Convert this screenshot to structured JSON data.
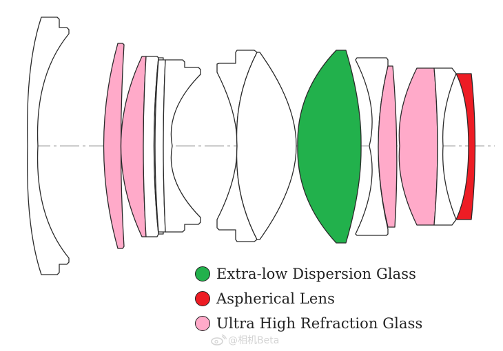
{
  "diagram": {
    "title": "Lens optical construction",
    "colors": {
      "extra_low_dispersion": "#22b14c",
      "aspherical": "#ed1c24",
      "ultra_high_refraction": "#ffaac9",
      "standard": "#ffffff",
      "outline": "#2a2a2a",
      "axis": "#9a9a9a"
    },
    "elements": [
      {
        "id": 1,
        "type": "standard"
      },
      {
        "id": 2,
        "type": "ultra_high_refraction"
      },
      {
        "id": 3,
        "type": "ultra_high_refraction"
      },
      {
        "id": 4,
        "type": "standard"
      },
      {
        "id": 5,
        "type": "standard"
      },
      {
        "id": 6,
        "type": "standard"
      },
      {
        "id": 7,
        "type": "standard"
      },
      {
        "id": 8,
        "type": "standard"
      },
      {
        "id": 9,
        "type": "extra_low_dispersion"
      },
      {
        "id": 10,
        "type": "standard"
      },
      {
        "id": 11,
        "type": "ultra_high_refraction"
      },
      {
        "id": 12,
        "type": "ultra_high_refraction"
      },
      {
        "id": 13,
        "type": "standard"
      },
      {
        "id": 14,
        "type": "aspherical"
      }
    ]
  },
  "legend": {
    "items": [
      {
        "label": "Extra-low Dispersion Glass",
        "color": "#22b14c"
      },
      {
        "label": "Aspherical Lens",
        "color": "#ed1c24"
      },
      {
        "label": "Ultra High Refraction Glass",
        "color": "#ffaac9"
      }
    ]
  },
  "watermark": {
    "icon": "weibo-icon",
    "text": "@相机Beta"
  }
}
